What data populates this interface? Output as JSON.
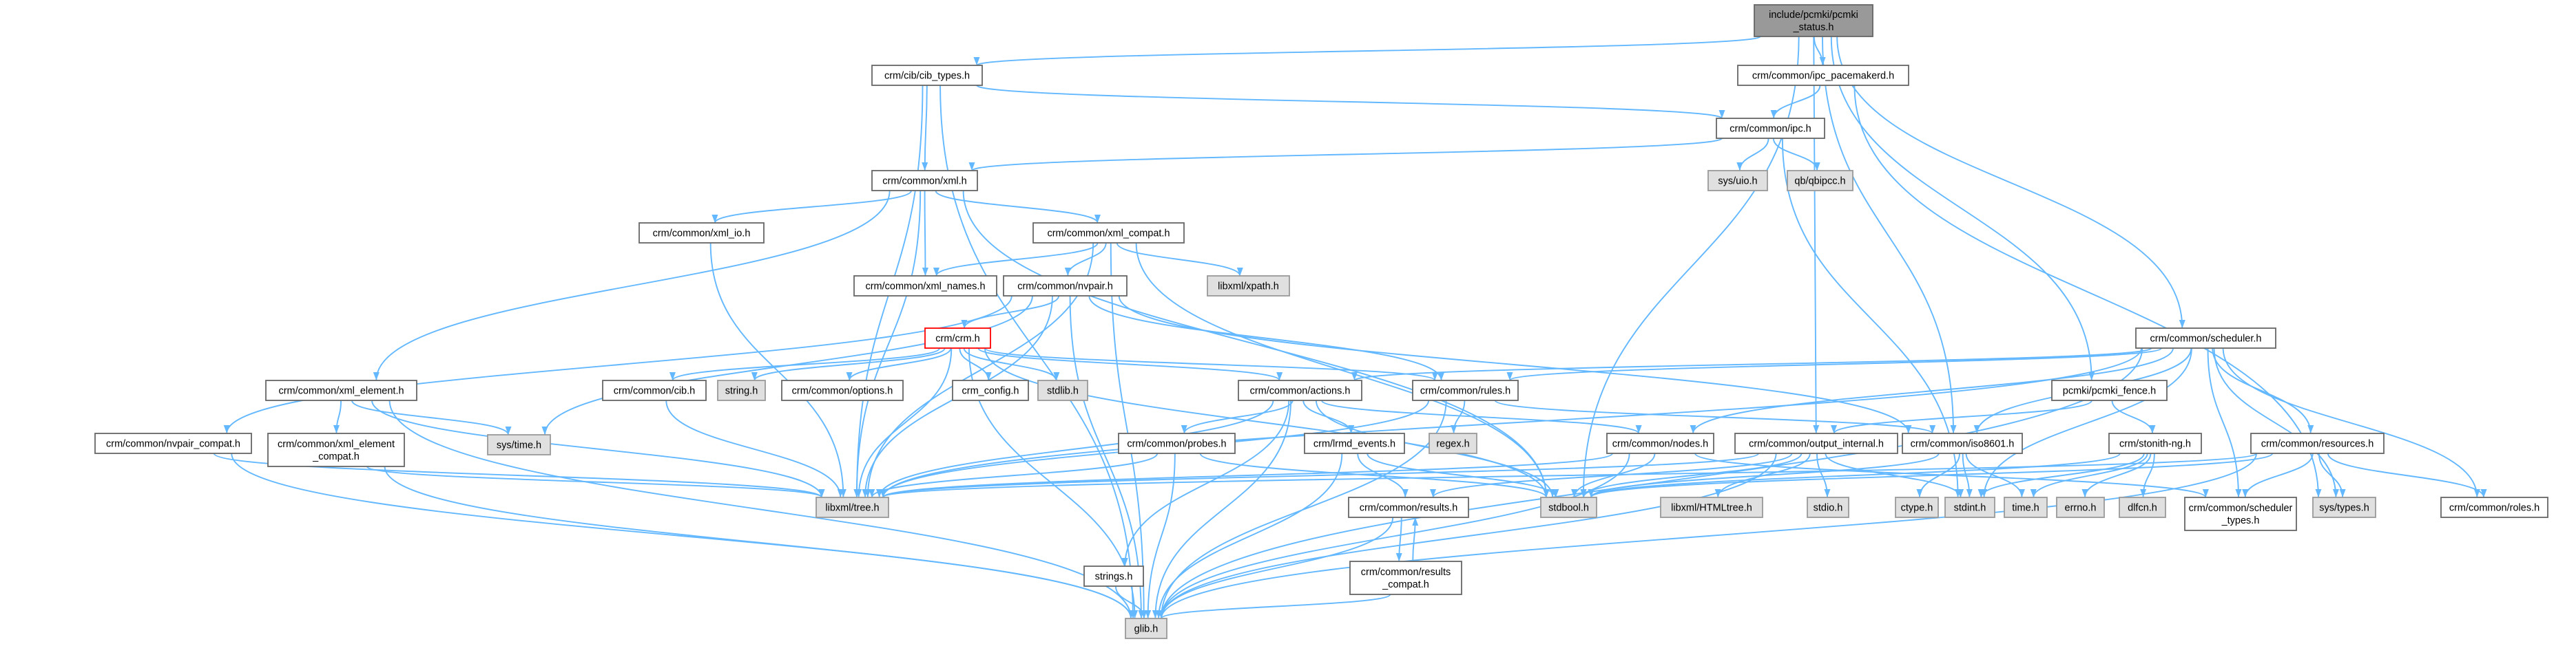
{
  "graph": {
    "nodes": [
      {
        "lines": [
          "include/pcmki/pcmki",
          "_status.h"
        ],
        "style": "root"
      },
      {
        "lines": [
          "crm/cib/cib_types.h"
        ],
        "style": "documented"
      },
      {
        "lines": [
          "crm/common/ipc_pacemakerd.h"
        ],
        "style": "documented"
      },
      {
        "lines": [
          "crm/common/ipc.h"
        ],
        "style": "documented"
      },
      {
        "lines": [
          "crm/common/xml.h"
        ],
        "style": "documented"
      },
      {
        "lines": [
          "sys/uio.h"
        ],
        "style": "external"
      },
      {
        "lines": [
          "qb/qbipcc.h"
        ],
        "style": "external"
      },
      {
        "lines": [
          "crm/common/xml_io.h"
        ],
        "style": "documented"
      },
      {
        "lines": [
          "crm/common/xml_compat.h"
        ],
        "style": "documented"
      },
      {
        "lines": [
          "crm/common/xml_names.h"
        ],
        "style": "documented"
      },
      {
        "lines": [
          "libxml/xpath.h"
        ],
        "style": "external"
      },
      {
        "lines": [
          "crm/common/nvpair.h"
        ],
        "style": "documented"
      },
      {
        "lines": [
          "crm/crm.h"
        ],
        "style": "truncated"
      },
      {
        "lines": [
          "crm/common/scheduler.h"
        ],
        "style": "documented"
      },
      {
        "lines": [
          "crm/common/xml_element.h"
        ],
        "style": "documented"
      },
      {
        "lines": [
          "crm/common/cib.h"
        ],
        "style": "documented"
      },
      {
        "lines": [
          "string.h"
        ],
        "style": "external"
      },
      {
        "lines": [
          "crm/common/options.h"
        ],
        "style": "documented"
      },
      {
        "lines": [
          "crm_config.h"
        ],
        "style": "documented"
      },
      {
        "lines": [
          "stdlib.h"
        ],
        "style": "external"
      },
      {
        "lines": [
          "crm/common/actions.h"
        ],
        "style": "documented"
      },
      {
        "lines": [
          "crm/common/rules.h"
        ],
        "style": "documented"
      },
      {
        "lines": [
          "pcmki/pcmki_fence.h"
        ],
        "style": "documented"
      },
      {
        "lines": [
          "crm/common/nvpair_compat.h"
        ],
        "style": "documented"
      },
      {
        "lines": [
          "crm/common/xml_element",
          "_compat.h"
        ],
        "style": "documented"
      },
      {
        "lines": [
          "sys/time.h"
        ],
        "style": "external"
      },
      {
        "lines": [
          "crm/common/probes.h"
        ],
        "style": "documented"
      },
      {
        "lines": [
          "crm/lrmd_events.h"
        ],
        "style": "documented"
      },
      {
        "lines": [
          "regex.h"
        ],
        "style": "external"
      },
      {
        "lines": [
          "crm/common/nodes.h"
        ],
        "style": "documented"
      },
      {
        "lines": [
          "crm/common/output_internal.h"
        ],
        "style": "documented"
      },
      {
        "lines": [
          "crm/common/iso8601.h"
        ],
        "style": "documented"
      },
      {
        "lines": [
          "crm/stonith-ng.h"
        ],
        "style": "documented"
      },
      {
        "lines": [
          "crm/common/resources.h"
        ],
        "style": "documented"
      },
      {
        "lines": [
          "libxml/tree.h"
        ],
        "style": "external"
      },
      {
        "lines": [
          "stdbool.h"
        ],
        "style": "external"
      },
      {
        "lines": [
          "crm/common/results.h"
        ],
        "style": "documented"
      },
      {
        "lines": [
          "libxml/HTMLtree.h"
        ],
        "style": "external"
      },
      {
        "lines": [
          "stdio.h"
        ],
        "style": "external"
      },
      {
        "lines": [
          "ctype.h"
        ],
        "style": "external"
      },
      {
        "lines": [
          "stdint.h"
        ],
        "style": "external"
      },
      {
        "lines": [
          "time.h"
        ],
        "style": "external"
      },
      {
        "lines": [
          "errno.h"
        ],
        "style": "external"
      },
      {
        "lines": [
          "dlfcn.h"
        ],
        "style": "external"
      },
      {
        "lines": [
          "crm/common/scheduler",
          "_types.h"
        ],
        "style": "documented"
      },
      {
        "lines": [
          "sys/types.h"
        ],
        "style": "external"
      },
      {
        "lines": [
          "crm/common/roles.h"
        ],
        "style": "documented"
      },
      {
        "lines": [
          "strings.h"
        ],
        "style": "documented"
      },
      {
        "lines": [
          "crm/common/results",
          "_compat.h"
        ],
        "style": "documented"
      },
      {
        "lines": [
          "glib.h"
        ],
        "style": "external"
      }
    ],
    "edges": [
      [
        0,
        1
      ],
      [
        0,
        2
      ],
      [
        0,
        30
      ],
      [
        0,
        35
      ],
      [
        0,
        22
      ],
      [
        0,
        13
      ],
      [
        0,
        31
      ],
      [
        1,
        49
      ],
      [
        1,
        34
      ],
      [
        1,
        4
      ],
      [
        1,
        3
      ],
      [
        2,
        3
      ],
      [
        2,
        45
      ],
      [
        3,
        4
      ],
      [
        3,
        5
      ],
      [
        3,
        6
      ],
      [
        3,
        40
      ],
      [
        4,
        7
      ],
      [
        4,
        8
      ],
      [
        4,
        9
      ],
      [
        4,
        14
      ],
      [
        4,
        35
      ],
      [
        4,
        34
      ],
      [
        7,
        34
      ],
      [
        8,
        9
      ],
      [
        8,
        10
      ],
      [
        8,
        11
      ],
      [
        8,
        49
      ],
      [
        8,
        34
      ],
      [
        8,
        35
      ],
      [
        11,
        12
      ],
      [
        11,
        49
      ],
      [
        11,
        34
      ],
      [
        11,
        23
      ],
      [
        11,
        25
      ],
      [
        11,
        21
      ],
      [
        11,
        31
      ],
      [
        12,
        15
      ],
      [
        12,
        16
      ],
      [
        12,
        17
      ],
      [
        12,
        18
      ],
      [
        12,
        19
      ],
      [
        12,
        20
      ],
      [
        12,
        21
      ],
      [
        12,
        49
      ],
      [
        12,
        34
      ],
      [
        12,
        35
      ],
      [
        13,
        45
      ],
      [
        13,
        49
      ],
      [
        13,
        34
      ],
      [
        13,
        20
      ],
      [
        13,
        29
      ],
      [
        13,
        33
      ],
      [
        13,
        46
      ],
      [
        13,
        21
      ],
      [
        13,
        31
      ],
      [
        13,
        44
      ],
      [
        13,
        40
      ],
      [
        14,
        25
      ],
      [
        14,
        34
      ],
      [
        14,
        49
      ],
      [
        14,
        24
      ],
      [
        15,
        34
      ],
      [
        20,
        35
      ],
      [
        20,
        47
      ],
      [
        20,
        49
      ],
      [
        20,
        34
      ],
      [
        20,
        26
      ],
      [
        20,
        27
      ],
      [
        20,
        29
      ],
      [
        21,
        49
      ],
      [
        21,
        28
      ],
      [
        21,
        34
      ],
      [
        21,
        31
      ],
      [
        22,
        32
      ],
      [
        22,
        30
      ],
      [
        23,
        49
      ],
      [
        23,
        34
      ],
      [
        24,
        49
      ],
      [
        24,
        34
      ],
      [
        26,
        49
      ],
      [
        26,
        34
      ],
      [
        26,
        35
      ],
      [
        27,
        49
      ],
      [
        27,
        36
      ],
      [
        27,
        35
      ],
      [
        29,
        49
      ],
      [
        29,
        35
      ],
      [
        29,
        44
      ],
      [
        29,
        34
      ],
      [
        30,
        38
      ],
      [
        30,
        34
      ],
      [
        30,
        37
      ],
      [
        30,
        49
      ],
      [
        30,
        35
      ],
      [
        30,
        40
      ],
      [
        30,
        36
      ],
      [
        31,
        41
      ],
      [
        31,
        39
      ],
      [
        31,
        40
      ],
      [
        31,
        35
      ],
      [
        32,
        43
      ],
      [
        32,
        42
      ],
      [
        32,
        35
      ],
      [
        32,
        40
      ],
      [
        32,
        41
      ],
      [
        33,
        45
      ],
      [
        33,
        49
      ],
      [
        33,
        34
      ],
      [
        33,
        46
      ],
      [
        33,
        44
      ],
      [
        33,
        35
      ],
      [
        36,
        49
      ],
      [
        36,
        48
      ],
      [
        47,
        49
      ],
      [
        48,
        49
      ],
      [
        48,
        36
      ]
    ]
  },
  "colors": {
    "edge": "#63B8FF",
    "documented_fill": "#FFFFFF",
    "documented_border": "#666666",
    "external_fill": "#E0E0E0",
    "external_border": "#999999",
    "root_fill": "#999999",
    "root_border": "#666666",
    "truncated_border": "#FF0000",
    "text": "#000000"
  }
}
